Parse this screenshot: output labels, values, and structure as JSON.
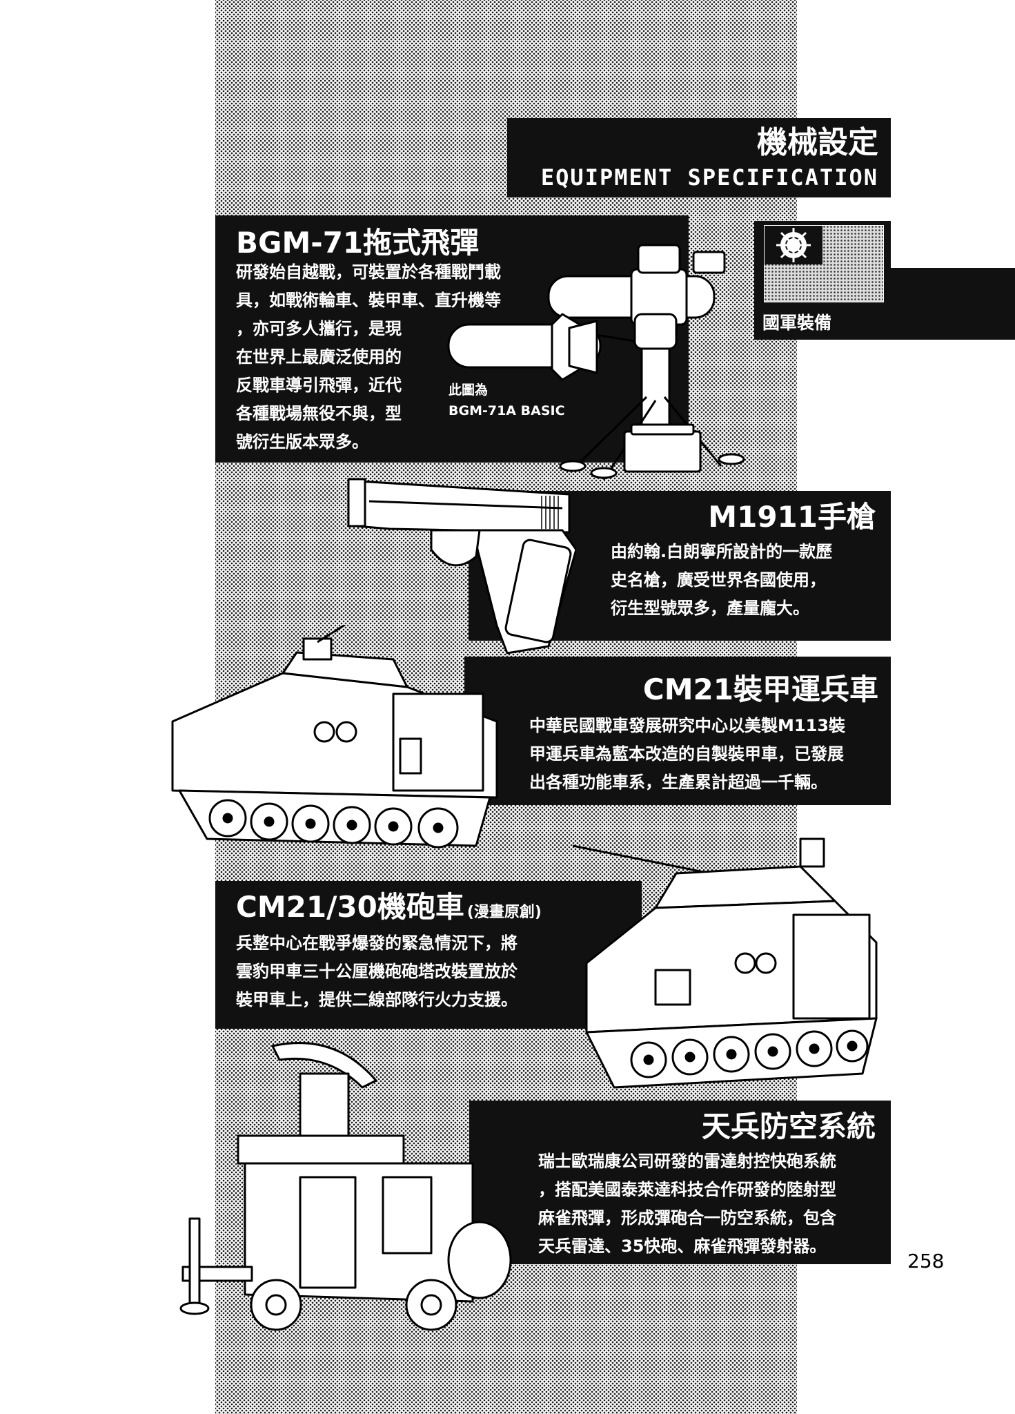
{
  "header": {
    "title_zh": "機械設定",
    "title_en": "EQUIPMENT SPECIFICATION"
  },
  "badge": {
    "flag": "roc-flag",
    "label": "國軍裝備"
  },
  "items": [
    {
      "title": "BGM-71拖式飛彈",
      "lines": [
        "研發始自越戰，可裝置於各種戰鬥載",
        "具，如戰術輪車、裝甲車、直升機等",
        "，亦可多人攜行，是現",
        "在世界上最廣泛使用的",
        "反戰車導引飛彈，近代",
        "各種戰場無役不與，型",
        "號衍生版本眾多。"
      ],
      "caption": [
        "此圖為",
        "BGM-71A BASIC"
      ]
    },
    {
      "title": "M1911手槍",
      "lines": [
        "由約翰.白朗寧所設計的一款歷",
        "史名槍，廣受世界各國使用，",
        "衍生型號眾多，產量龐大。"
      ]
    },
    {
      "title": "CM21裝甲運兵車",
      "lines": [
        "中華民國戰車發展研究中心以美製M113裝",
        "甲運兵車為藍本改造的自製裝甲車，已發展",
        "出各種功能車系，生產累計超過一千輛。"
      ]
    },
    {
      "title": "CM21/30機砲車",
      "title_note": "(漫畫原創)",
      "lines": [
        "兵整中心在戰爭爆發的緊急情況下，將",
        "雲豹甲車三十公厘機砲砲塔改裝置放於",
        "裝甲車上，提供二線部隊行火力支援。"
      ]
    },
    {
      "title": "天兵防空系統",
      "lines": [
        "瑞士歐瑞康公司研發的雷達射控快砲系統",
        "，搭配美國泰萊達科技合作研發的陸射型",
        "麻雀飛彈，形成彈砲合一防空系統，包含",
        "天兵雷達、35快砲、麻雀飛彈發射器。"
      ]
    }
  ],
  "page_number": "258"
}
